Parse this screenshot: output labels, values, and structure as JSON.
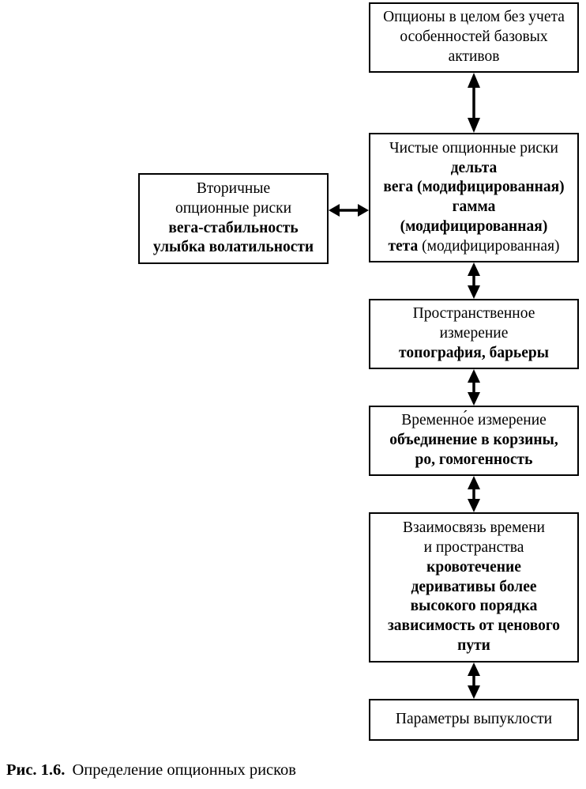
{
  "figure": {
    "caption_label": "Рис. 1.6.",
    "caption_text": "Определение опционных рисков"
  },
  "colors": {
    "stroke": "#000000",
    "box_fill": "#ffffff",
    "page_background": "#ffffff",
    "text": "#000000"
  },
  "diagram": {
    "type": "flowchart",
    "orientation": "vertical-column-with-one-side-node",
    "boxes": [
      {
        "id": "options-overall",
        "lines": [
          {
            "text": "Опционы в целом без учета",
            "bold": false
          },
          {
            "text": "особенностей базовых",
            "bold": false
          },
          {
            "text": "активов",
            "bold": false
          }
        ]
      },
      {
        "id": "pure-option-risks",
        "lines": [
          {
            "text": "Чистые опционные риски",
            "bold": false
          },
          {
            "text": "дельта",
            "bold": true
          },
          {
            "text": "вега (модифицированная)",
            "bold": true
          },
          {
            "text": "гамма",
            "bold": true
          },
          {
            "text": "(модифицированная)",
            "bold": true
          },
          {
            "text": "тета",
            "bold": true,
            "suffix": " (модифицированная)",
            "suffix_bold": false
          }
        ]
      },
      {
        "id": "secondary-option-risks",
        "lines": [
          {
            "text": "Вторичные",
            "bold": false
          },
          {
            "text": "опционные риски",
            "bold": false
          },
          {
            "text": "вега-стабильность",
            "bold": true
          },
          {
            "text": "улыбка волатильности",
            "bold": true
          }
        ]
      },
      {
        "id": "spatial-dimension",
        "lines": [
          {
            "text": "Пространственное",
            "bold": false
          },
          {
            "text": "измерение",
            "bold": false
          },
          {
            "text": "топография, барьеры",
            "bold": true
          }
        ]
      },
      {
        "id": "temporal-dimension",
        "lines": [
          {
            "text": "Временно́е измерение",
            "bold": false
          },
          {
            "text": "объединение в корзины,",
            "bold": true
          },
          {
            "text": "ро, гомогенность",
            "bold": true
          }
        ]
      },
      {
        "id": "time-space-interrelation",
        "lines": [
          {
            "text": "Взаимосвязь времени",
            "bold": false
          },
          {
            "text": "и пространства",
            "bold": false
          },
          {
            "text": "кровотечение",
            "bold": true
          },
          {
            "text": "деривативы более",
            "bold": true
          },
          {
            "text": "высокого порядка",
            "bold": true
          },
          {
            "text": "зависимость от ценового",
            "bold": true
          },
          {
            "text": "пути",
            "bold": true
          }
        ]
      },
      {
        "id": "convexity-parameters",
        "lines": [
          {
            "text": "Параметры выпуклости",
            "bold": false
          }
        ]
      }
    ],
    "connectors": [
      {
        "id": "options-overall--pure-option-risks",
        "style": "double-headed",
        "direction": "vertical"
      },
      {
        "id": "secondary-option-risks--pure-option-risks",
        "style": "double-headed",
        "direction": "horizontal"
      },
      {
        "id": "pure-option-risks--spatial-dimension",
        "style": "double-headed",
        "direction": "vertical"
      },
      {
        "id": "spatial-dimension--temporal-dimension",
        "style": "double-headed",
        "direction": "vertical"
      },
      {
        "id": "temporal-dimension--time-space-interrelation",
        "style": "double-headed",
        "direction": "vertical"
      },
      {
        "id": "time-space-interrelation--convexity-parameters",
        "style": "double-headed",
        "direction": "vertical"
      }
    ]
  }
}
